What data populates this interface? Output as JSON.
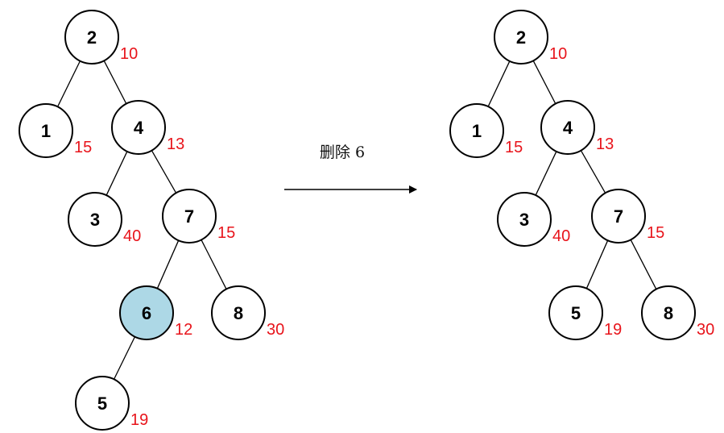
{
  "operation_label": "删除 6",
  "colors": {
    "priority_text": "#e8141b",
    "highlight_fill": "#add8e6",
    "node_fill": "#ffffff",
    "stroke": "#000000"
  },
  "before_tree": {
    "nodes": [
      {
        "id": "b2",
        "key": "2",
        "priority": "10"
      },
      {
        "id": "b1",
        "key": "1",
        "priority": "15"
      },
      {
        "id": "b4",
        "key": "4",
        "priority": "13"
      },
      {
        "id": "b3",
        "key": "3",
        "priority": "40"
      },
      {
        "id": "b7",
        "key": "7",
        "priority": "15"
      },
      {
        "id": "b6",
        "key": "6",
        "priority": "12",
        "highlighted": true
      },
      {
        "id": "b8",
        "key": "8",
        "priority": "30"
      },
      {
        "id": "b5",
        "key": "5",
        "priority": "19"
      }
    ],
    "edges": [
      [
        "b2",
        "b1"
      ],
      [
        "b2",
        "b4"
      ],
      [
        "b4",
        "b3"
      ],
      [
        "b4",
        "b7"
      ],
      [
        "b7",
        "b6"
      ],
      [
        "b7",
        "b8"
      ],
      [
        "b6",
        "b5"
      ]
    ]
  },
  "after_tree": {
    "nodes": [
      {
        "id": "a2",
        "key": "2",
        "priority": "10"
      },
      {
        "id": "a1",
        "key": "1",
        "priority": "15"
      },
      {
        "id": "a4",
        "key": "4",
        "priority": "13"
      },
      {
        "id": "a3",
        "key": "3",
        "priority": "40"
      },
      {
        "id": "a7",
        "key": "7",
        "priority": "15"
      },
      {
        "id": "a5",
        "key": "5",
        "priority": "19"
      },
      {
        "id": "a8",
        "key": "8",
        "priority": "30"
      }
    ],
    "edges": [
      [
        "a2",
        "a1"
      ],
      [
        "a2",
        "a4"
      ],
      [
        "a4",
        "a3"
      ],
      [
        "a4",
        "a7"
      ],
      [
        "a7",
        "a5"
      ],
      [
        "a7",
        "a8"
      ]
    ]
  }
}
